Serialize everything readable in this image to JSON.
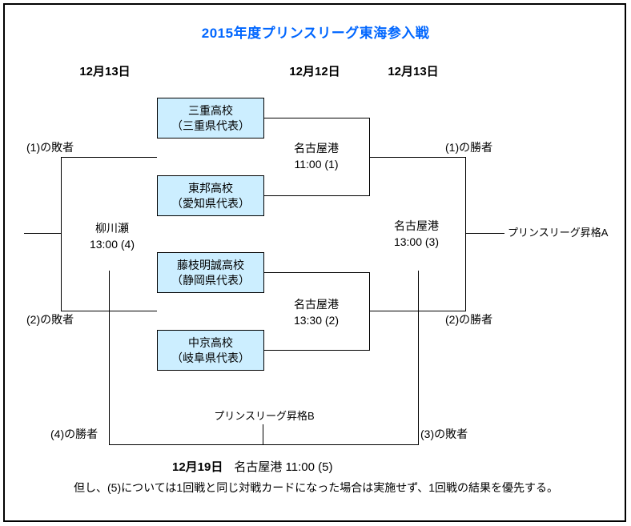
{
  "title": "2015年度プリンスリーグ東海参入戦",
  "colors": {
    "title_blue": "#0066ff",
    "box_fill": "#cceeff",
    "line_black": "#000000"
  },
  "date_headers": {
    "left": "12月13日",
    "center": "12月12日",
    "right": "12月13日"
  },
  "teams": [
    {
      "name": "三重高校",
      "rep": "（三重県代表）"
    },
    {
      "name": "東邦高校",
      "rep": "（愛知県代表）"
    },
    {
      "name": "藤枝明誠高校",
      "rep": "（静岡県代表）"
    },
    {
      "name": "中京高校",
      "rep": "（岐阜県代表）"
    }
  ],
  "matches": {
    "m1": {
      "venue": "名古屋港",
      "time": "11:00 (1)"
    },
    "m2": {
      "venue": "名古屋港",
      "time": "13:30 (2)"
    },
    "m3": {
      "venue": "名古屋港",
      "time": "13:00 (3)"
    },
    "m4": {
      "venue": "柳川瀬",
      "time": "13:00 (4)"
    },
    "m5": {
      "date": "12月19日",
      "detail": "名古屋港 11:00 (5)"
    }
  },
  "labels": {
    "loser1": "(1)の敗者",
    "loser2": "(2)の敗者",
    "winner1": "(1)の勝者",
    "winner2": "(2)の勝者",
    "winner4": "(4)の勝者",
    "loser3": "(3)の敗者",
    "promotion_a": "プリンスリーグ昇格A",
    "promotion_b": "プリンスリーグ昇格B"
  },
  "note": "但し、(5)については1回戦と同じ対戦カードになった場合は実施せず、1回戦の結果を優先する。"
}
